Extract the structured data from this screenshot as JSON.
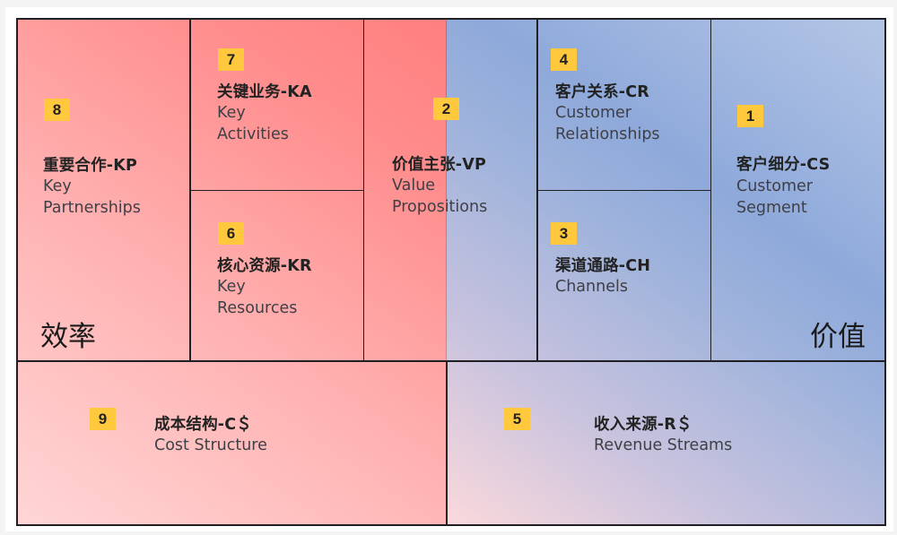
{
  "canvas": {
    "type": "Business Model Canvas",
    "colors": {
      "left_half_gradient": [
        "#ffd6d6",
        "#ff7f7f"
      ],
      "right_half_gradient": [
        "#fbd9dc",
        "#8ea9da",
        "#b4c6e6"
      ],
      "badge": "#ffc83d",
      "grid_line": "#1f1f24"
    },
    "corner_labels": {
      "left": "效率",
      "right": "价值"
    },
    "blocks": [
      {
        "id": "kp",
        "number": "8",
        "title": "重要合作-KP",
        "subtitle_line1": "Key",
        "subtitle_line2": "Partnerships"
      },
      {
        "id": "ka",
        "number": "7",
        "title": "关键业务-KA",
        "subtitle_line1": "Key",
        "subtitle_line2": "Activities"
      },
      {
        "id": "kr",
        "number": "6",
        "title": "核心资源-KR",
        "subtitle_line1": "Key",
        "subtitle_line2": "Resources"
      },
      {
        "id": "vp",
        "number": "2",
        "title": "价值主张-VP",
        "subtitle_line1": "Value",
        "subtitle_line2": "Propositions"
      },
      {
        "id": "cr",
        "number": "4",
        "title": "客户关系-CR",
        "subtitle_line1": "Customer",
        "subtitle_line2": "Relationships"
      },
      {
        "id": "ch",
        "number": "3",
        "title": "渠道通路-CH",
        "subtitle_line1": "Channels",
        "subtitle_line2": ""
      },
      {
        "id": "cs",
        "number": "1",
        "title": "客户细分-CS",
        "subtitle_line1": "Customer",
        "subtitle_line2": "Segment"
      },
      {
        "id": "cost",
        "number": "9",
        "title": "成本结构-C＄",
        "subtitle_line1": "Cost Structure",
        "subtitle_line2": ""
      },
      {
        "id": "rev",
        "number": "5",
        "title": "收入来源-R＄",
        "subtitle_line1": "Revenue Streams",
        "subtitle_line2": ""
      }
    ]
  }
}
